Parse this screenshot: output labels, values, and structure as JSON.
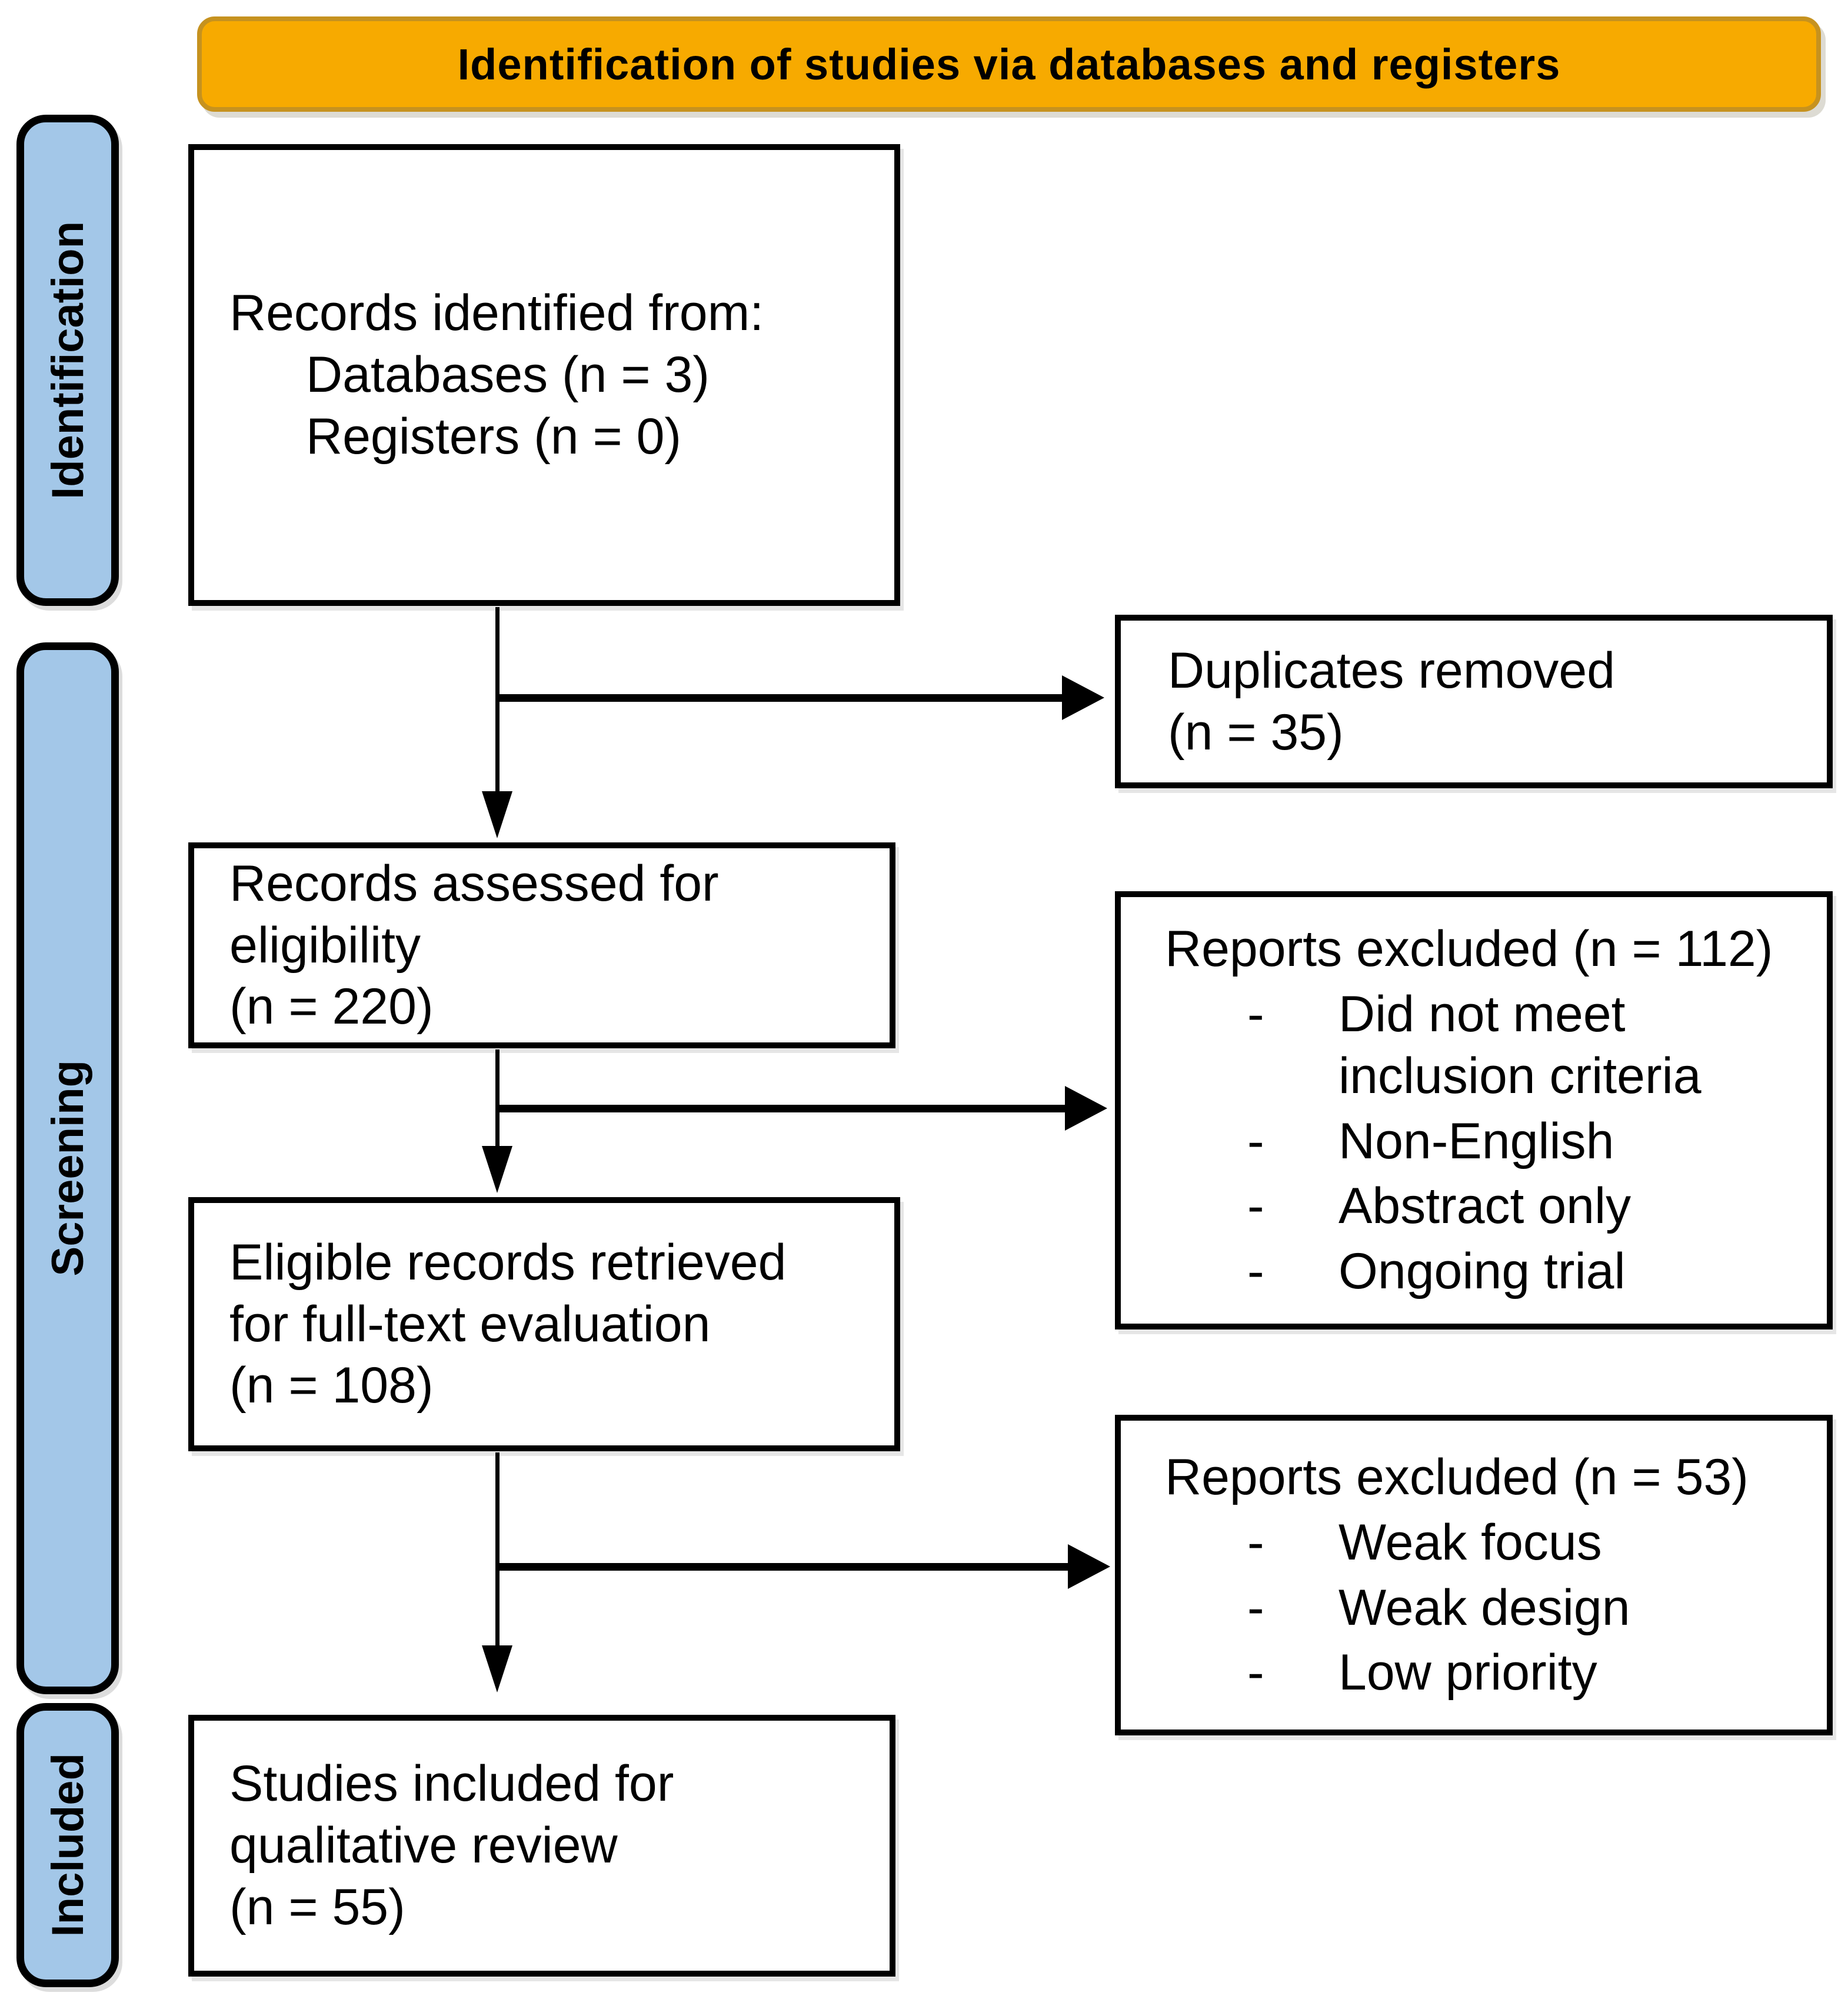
{
  "dash": "-",
  "banner": {
    "title": "Identification of studies via databases and registers"
  },
  "sidebar": {
    "identification": "Identification",
    "screening": "Screening",
    "included": "Included"
  },
  "flow": {
    "records_identified": {
      "line1": "Records identified from:",
      "line2": "Databases (n = 3)",
      "line3": "Registers (n = 0)"
    },
    "duplicates_removed": {
      "line1": "Duplicates removed",
      "line2": "(n = 35)"
    },
    "records_assessed": {
      "line1": "Records assessed for",
      "line2": "eligibility",
      "line3": "(n = 220)"
    },
    "reports_excluded_screening": {
      "title": "Reports excluded (n = 112)",
      "bullets": [
        "Did not meet inclusion criteria",
        "Non-English",
        "Abstract only",
        "Ongoing trial"
      ]
    },
    "eligible_retrieved": {
      "line1": "Eligible records retrieved",
      "line2": "for full-text evaluation",
      "line3": "(n = 108)"
    },
    "reports_excluded_fulltext": {
      "title": "Reports excluded (n = 53)",
      "bullets": [
        "Weak focus",
        "Weak design",
        "Low priority"
      ]
    },
    "studies_included": {
      "line1": "Studies included for",
      "line2": "qualitative review",
      "line3": "(n = 55)"
    }
  },
  "colors": {
    "banner_bg": "#F7AA00",
    "banner_border": "#C6921F",
    "rail_bg": "#A3C7E8",
    "rail_border": "#000000",
    "box_bg": "#FFFFFF",
    "box_border": "#000000",
    "arrow": "#000000",
    "text": "#000000"
  }
}
